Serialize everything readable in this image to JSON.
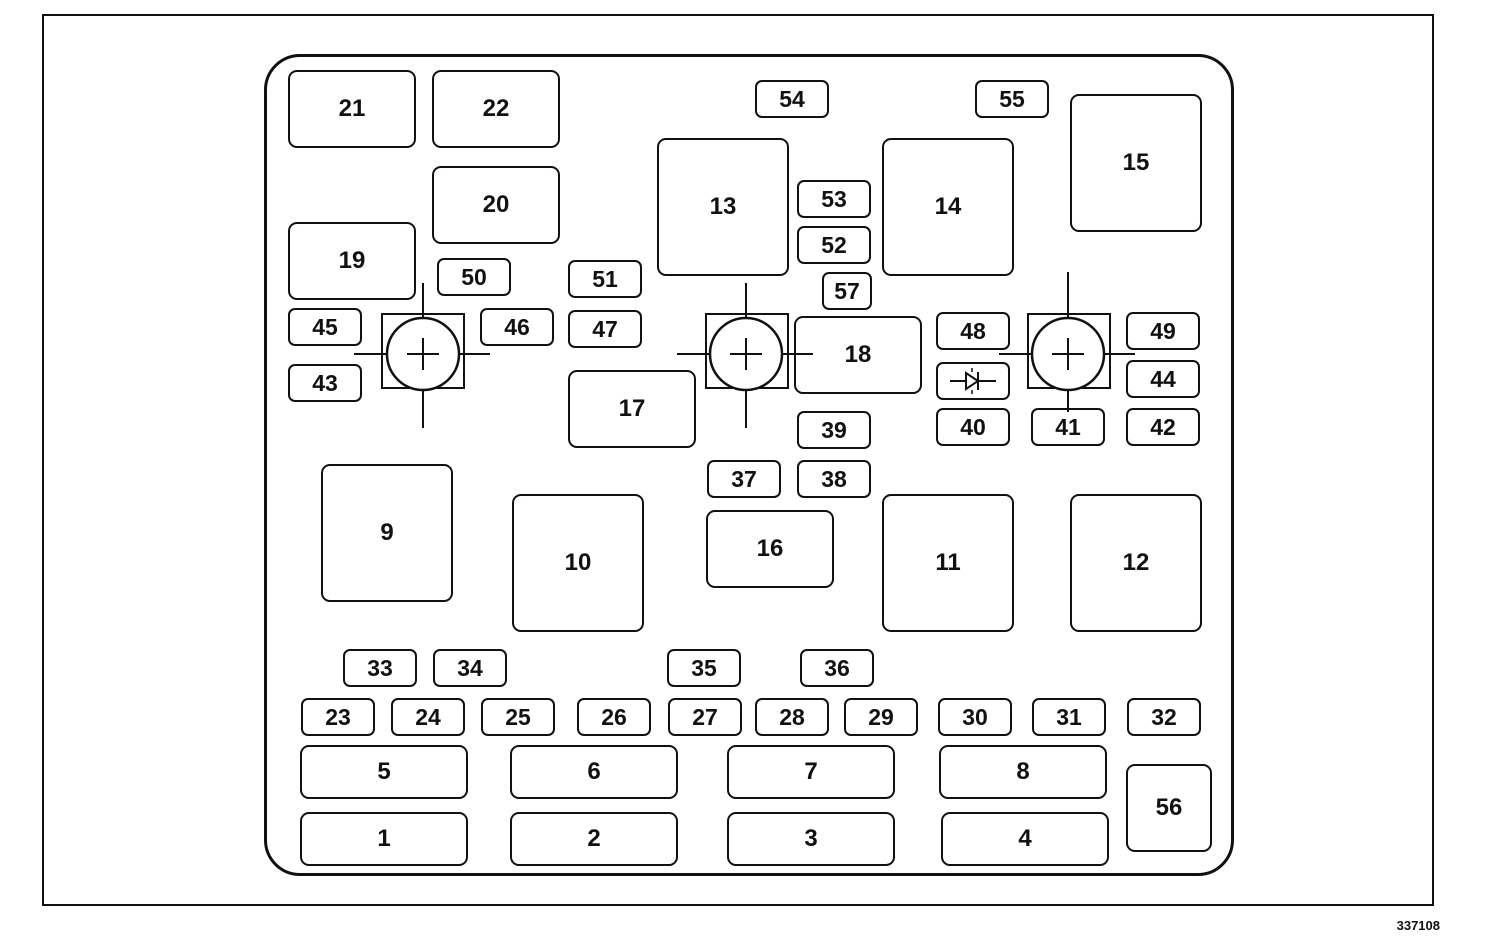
{
  "diagram": {
    "labels": {
      "r21": "21",
      "r22": "22",
      "r20": "20",
      "r19": "19",
      "r13": "13",
      "r14": "14",
      "r15": "15",
      "r18": "18",
      "r17": "17",
      "r9": "9",
      "r10": "10",
      "r16": "16",
      "r11": "11",
      "r12": "12",
      "f54": "54",
      "f55": "55",
      "f53": "53",
      "f52": "52",
      "f57": "57",
      "f50": "50",
      "f51": "51",
      "f45": "45",
      "f46": "46",
      "f47": "47",
      "f43": "43",
      "f48": "48",
      "f49": "49",
      "f44": "44",
      "f40": "40",
      "f41": "41",
      "f42": "42",
      "f39": "39",
      "f37": "37",
      "f38": "38",
      "f33": "33",
      "f34": "34",
      "f35": "35",
      "f36": "36",
      "f23": "23",
      "f24": "24",
      "f25": "25",
      "f26": "26",
      "f27": "27",
      "f28": "28",
      "f29": "29",
      "f30": "30",
      "f31": "31",
      "f32": "32",
      "m5": "5",
      "m6": "6",
      "m7": "7",
      "m8": "8",
      "m1": "1",
      "m2": "2",
      "m3": "3",
      "m4": "4",
      "m56": "56"
    },
    "figure_number": "337108",
    "diode_icon": "diode-icon"
  }
}
